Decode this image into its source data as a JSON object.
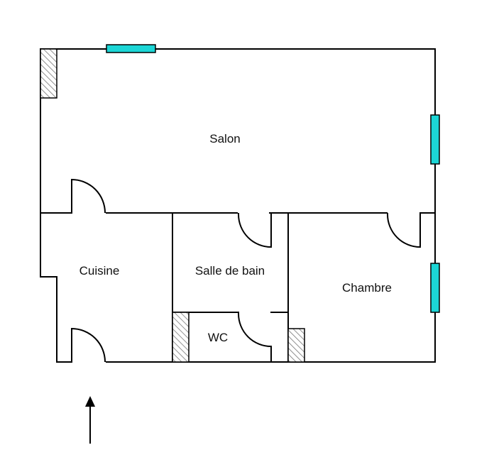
{
  "colors": {
    "window": "#1cd6d6",
    "wall": "#000000",
    "hatch": "#888888",
    "background": "#ffffff"
  },
  "rooms": {
    "salon": "Salon",
    "cuisine": "Cuisine",
    "salle_de_bain": "Salle de bain",
    "wc": "WC",
    "chambre": "Chambre"
  },
  "icons": {
    "entrance": "arrow-up-icon",
    "chimney": "hatched-chimney-icon",
    "window": "window-icon",
    "door": "door-swing-icon"
  }
}
